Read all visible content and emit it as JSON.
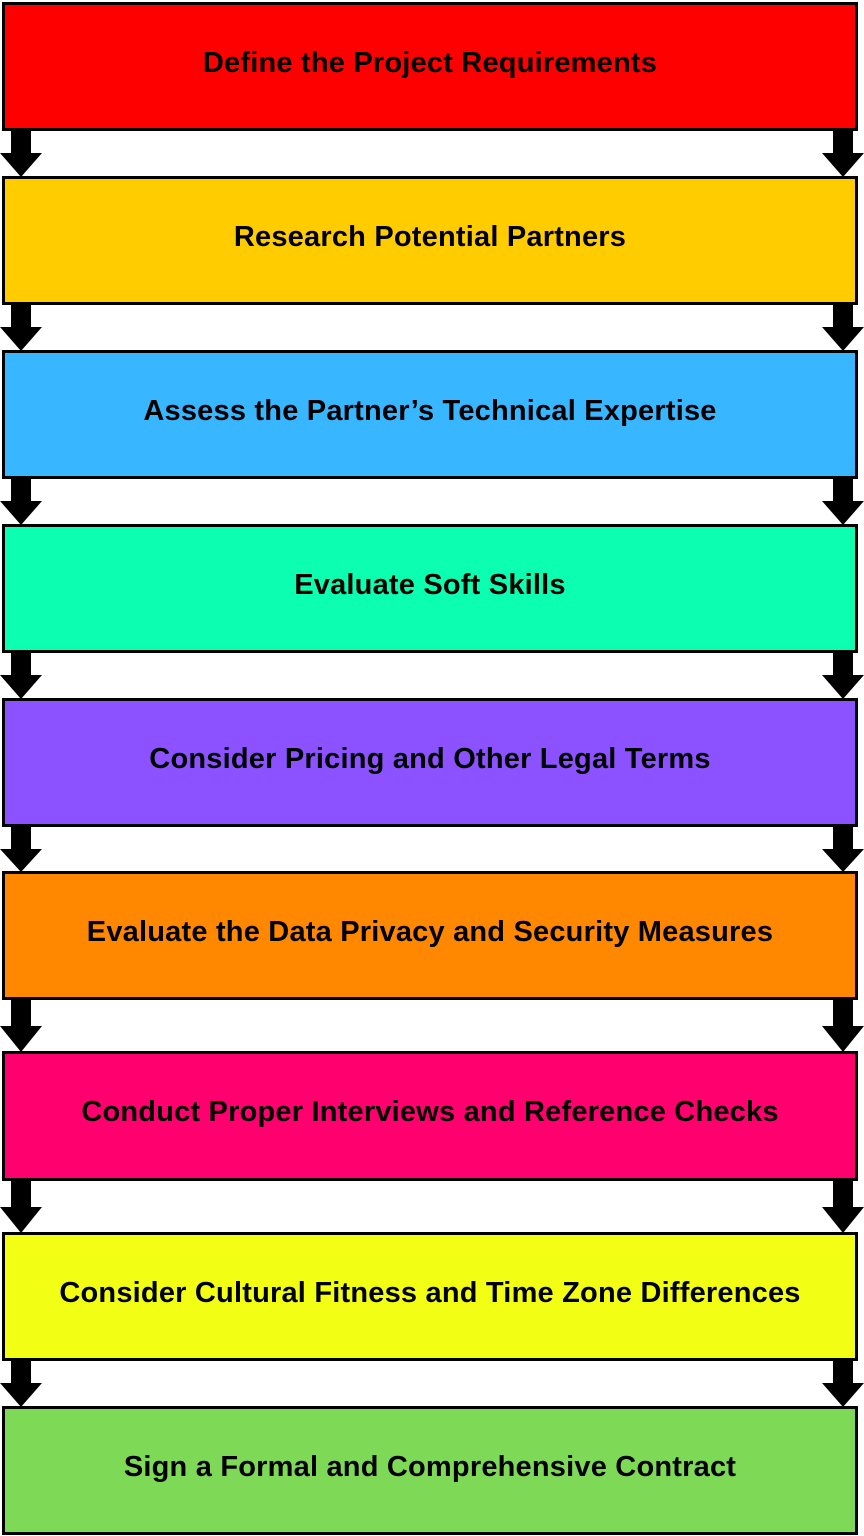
{
  "diagram": {
    "type": "vertical-process-flow",
    "steps": [
      {
        "label": "Define the Project Requirements",
        "color": "#FF0000"
      },
      {
        "label": "Research Potential Partners",
        "color": "#FFCC00"
      },
      {
        "label": "Assess the Partner’s Technical Expertise",
        "color": "#38B6FF"
      },
      {
        "label": "Evaluate Soft Skills",
        "color": "#0CFFB0"
      },
      {
        "label": "Consider Pricing and Other Legal Terms",
        "color": "#8C52FF"
      },
      {
        "label": "Evaluate the Data Privacy and Security Measures",
        "color": "#FF8800"
      },
      {
        "label": "Conduct Proper Interviews and Reference Checks",
        "color": "#FF006E"
      },
      {
        "label": "Consider Cultural Fitness and Time Zone Differences",
        "color": "#F2FF14"
      },
      {
        "label": "Sign a Formal and Comprehensive Contract",
        "color": "#7ED957"
      }
    ],
    "connector": {
      "icon": "down-arrow-icon",
      "color": "#000000",
      "sides": [
        "left",
        "right"
      ]
    }
  }
}
